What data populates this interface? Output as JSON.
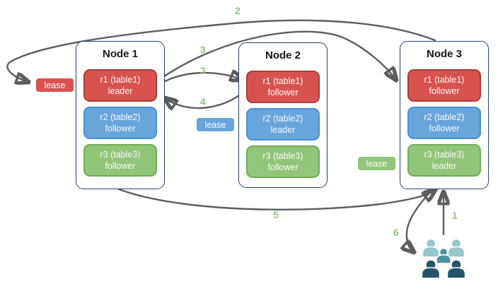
{
  "diagram": {
    "nodes": [
      {
        "title": "Node 1",
        "replicas": [
          {
            "label": "r1 (table1)",
            "role": "leader",
            "color": "red"
          },
          {
            "label": "r2 (table2)",
            "role": "follower",
            "color": "blue"
          },
          {
            "label": "r3 (table3)",
            "role": "follower",
            "color": "green"
          }
        ]
      },
      {
        "title": "Node 2",
        "replicas": [
          {
            "label": "r1 (table1)",
            "role": "follower",
            "color": "red"
          },
          {
            "label": "r2 (table2)",
            "role": "leader",
            "color": "blue"
          },
          {
            "label": "r3 (table3)",
            "role": "follower",
            "color": "green"
          }
        ]
      },
      {
        "title": "Node 3",
        "replicas": [
          {
            "label": "r1 (table1)",
            "role": "follower",
            "color": "red"
          },
          {
            "label": "r2 (table2)",
            "role": "follower",
            "color": "blue"
          },
          {
            "label": "r3 (table3)",
            "role": "leader",
            "color": "green"
          }
        ]
      }
    ],
    "leases": [
      {
        "label": "lease",
        "color": "red",
        "for": "r1"
      },
      {
        "label": "lease",
        "color": "blue",
        "for": "r2"
      },
      {
        "label": "lease",
        "color": "green",
        "for": "r3"
      }
    ],
    "steps": {
      "s1": "1",
      "s2": "2",
      "s3a": "3",
      "s3b": "3",
      "s4": "4",
      "s5": "5",
      "s6": "6"
    },
    "icons": {
      "clients": "users-group-icon"
    },
    "colors": {
      "replica_red": "#d8534f",
      "replica_red_border": "#ac3a36",
      "replica_blue": "#68a5db",
      "replica_blue_border": "#4a90d2",
      "replica_green": "#90c57a",
      "replica_green_border": "#6fae55",
      "node_border": "#26426b",
      "arrow": "#5d5d5d",
      "step_label": "#93c47d",
      "users_light": "#92c7cb",
      "users_mid": "#4f929e",
      "users_dark": "#24546a"
    }
  }
}
